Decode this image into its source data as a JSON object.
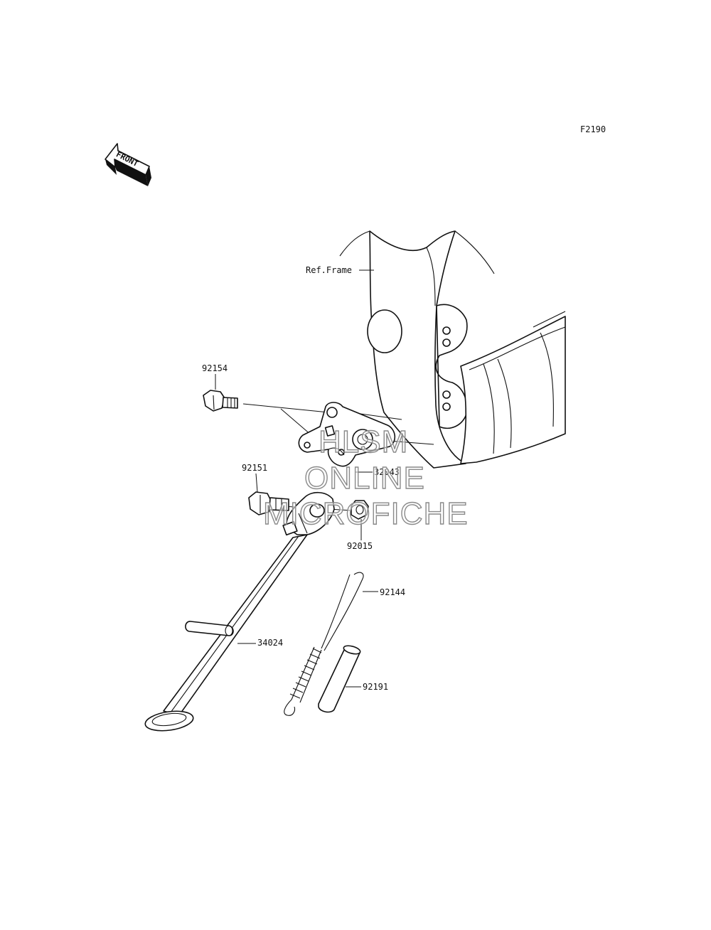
{
  "figure_code": "F2190",
  "front_arrow_label": "FRONT",
  "ref_frame_label": "Ref.Frame",
  "callouts": [
    {
      "id": "bolt_top",
      "number": "92154"
    },
    {
      "id": "bracket",
      "number": "32043"
    },
    {
      "id": "bolt_pivot",
      "number": "92151"
    },
    {
      "id": "nut",
      "number": "92015"
    },
    {
      "id": "spring_hook",
      "number": "92144"
    },
    {
      "id": "side_stand",
      "number": "34024"
    },
    {
      "id": "sleeve",
      "number": "92191"
    }
  ],
  "watermark": {
    "line1": "HLSM",
    "line2": "ONLINE",
    "line3": "MICROFICHE"
  }
}
